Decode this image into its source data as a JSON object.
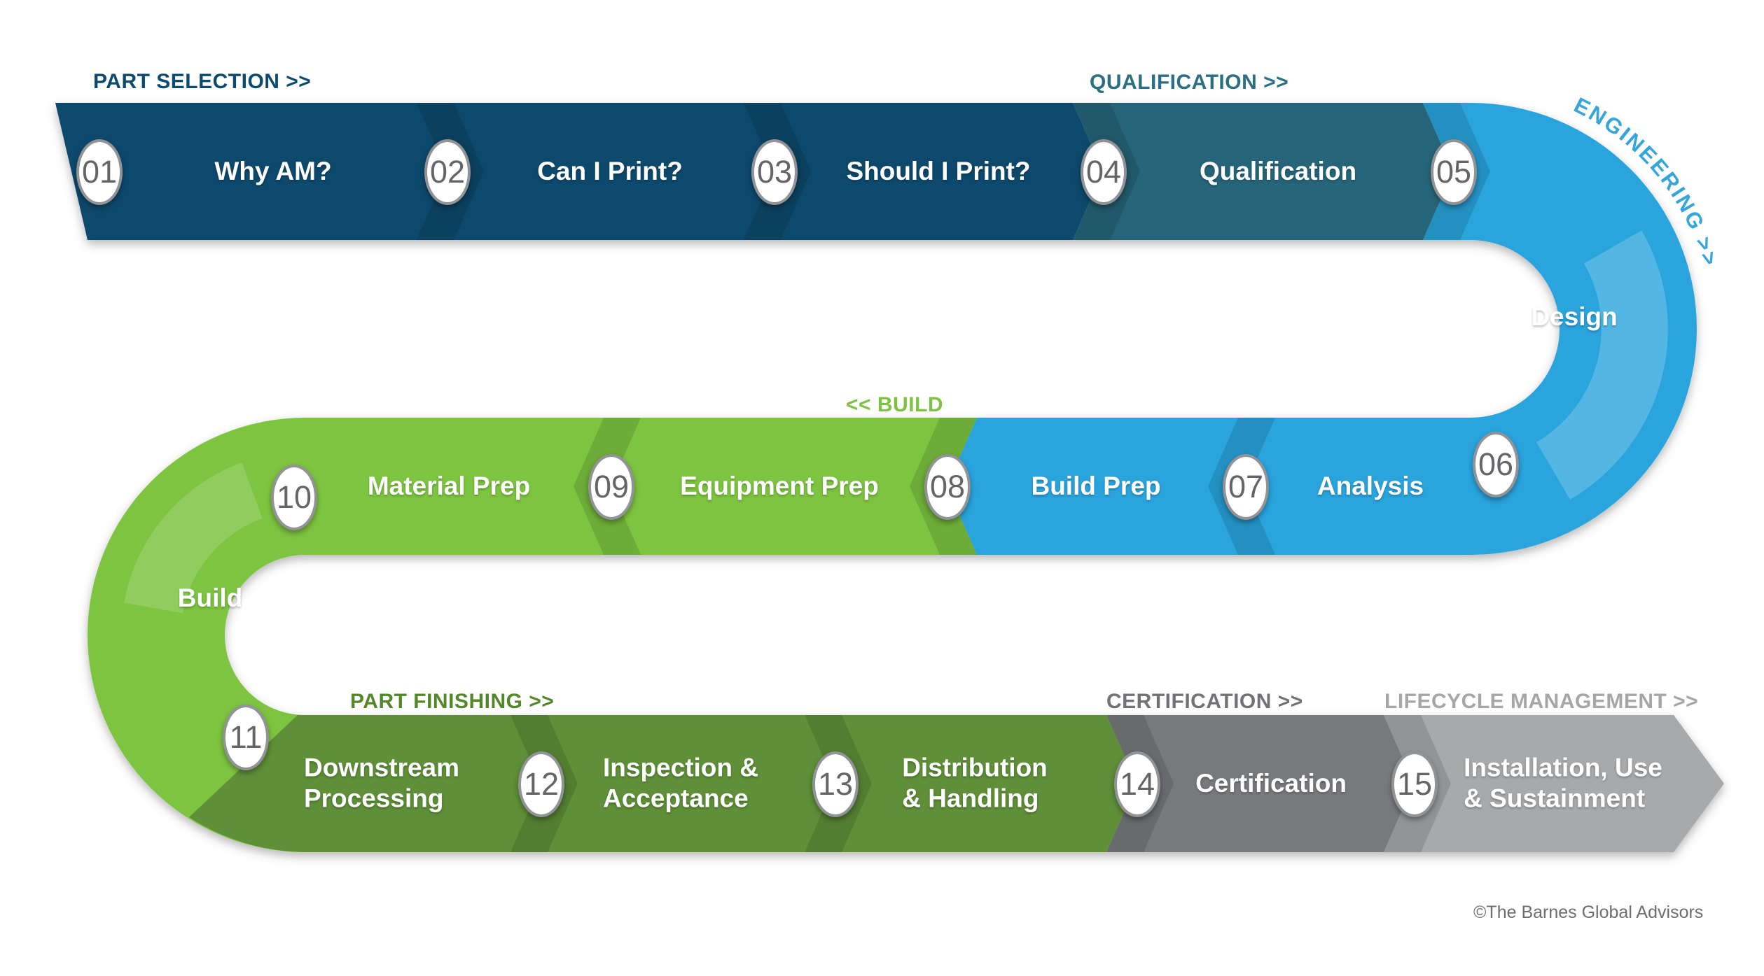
{
  "phases": {
    "part_selection": "PART SELECTION >>",
    "qualification": "QUALIFICATION >>",
    "engineering": "ENGINEERING >>",
    "build": "<< BUILD",
    "part_finishing": "PART FINISHING >>",
    "certification": "CERTIFICATION >>",
    "lifecycle": "LIFECYCLE MANAGEMENT >>"
  },
  "steps": [
    {
      "num": "01",
      "label": "Why AM?"
    },
    {
      "num": "02",
      "label": "Can I Print?"
    },
    {
      "num": "03",
      "label": "Should I Print?"
    },
    {
      "num": "04",
      "label": "Qualification"
    },
    {
      "num": "05",
      "label": "Design"
    },
    {
      "num": "06",
      "label": "Analysis"
    },
    {
      "num": "07",
      "label": "Build Prep"
    },
    {
      "num": "08",
      "label": "Equipment Prep"
    },
    {
      "num": "09",
      "label": "Material Prep"
    },
    {
      "num": "10",
      "label": "Build"
    },
    {
      "num": "11",
      "label": "Downstream\nProcessing"
    },
    {
      "num": "12",
      "label": "Inspection &\nAcceptance"
    },
    {
      "num": "13",
      "label": "Distribution\n& Handling"
    },
    {
      "num": "14",
      "label": "Certification"
    },
    {
      "num": "15",
      "label": "Installation, Use\n& Sustainment"
    }
  ],
  "colors": {
    "navy": "#0b486c",
    "teal": "#266579",
    "blue": "#29a4dd",
    "green": "#7dc440",
    "olive": "#5e8f38",
    "dark_gray": "#77797c",
    "light_gray": "#a7a9ab"
  },
  "footer": {
    "copyright": "©The Barnes Global Advisors"
  }
}
